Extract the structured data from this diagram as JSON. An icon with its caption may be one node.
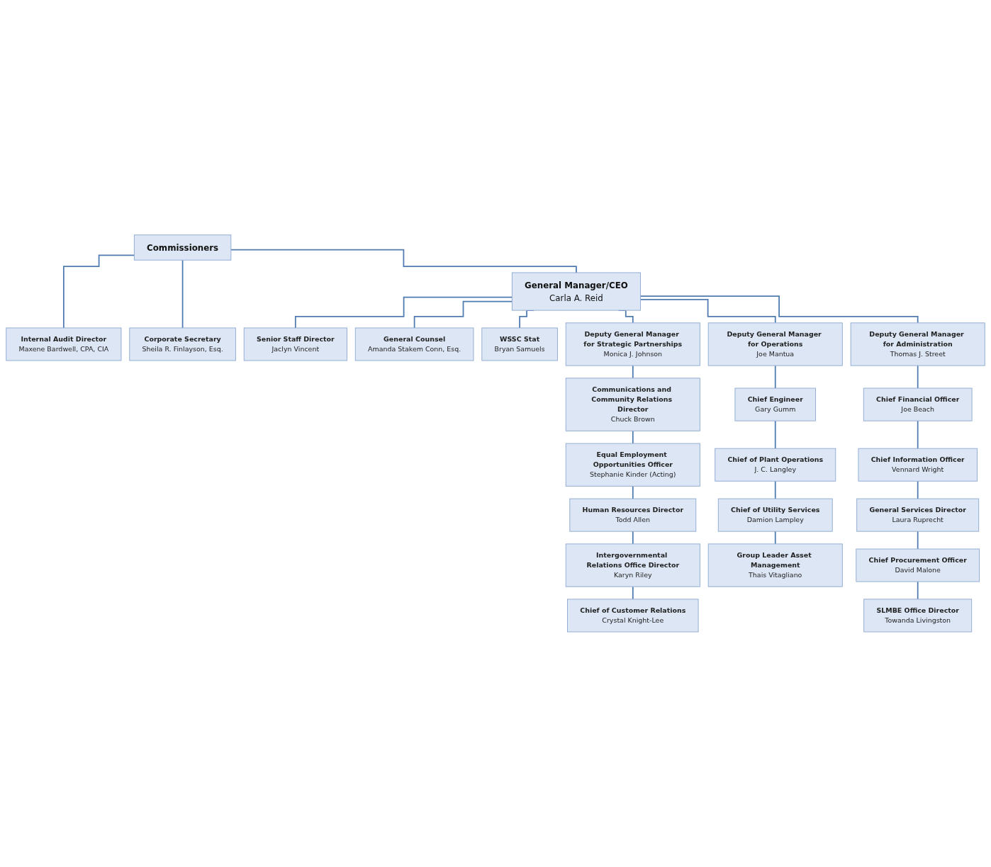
{
  "diagram": {
    "nodes": [
      {
        "text": [
          "Commissioners"
        ]
      },
      {
        "text": [
          "Internal Audit Director",
          "Maxene Bardwell, CPA, CIA"
        ]
      },
      {
        "text": [
          "General Manager/CEO",
          "Carla A. Reid"
        ]
      },
      {
        "text": [
          "Corporate Secretary",
          "Sheila R. Finlayson, Esq."
        ]
      },
      {
        "text": [
          "Senior Staff Director",
          "Jaclyn Vincent"
        ]
      },
      {
        "text": [
          "General Counsel",
          "Amanda Stakem Conn, Esq."
        ]
      },
      {
        "text": [
          "WSSC Stat",
          "Bryan Samuels"
        ]
      },
      {
        "text": [
          "Deputy General Manager for Strategic Partnerships",
          "Monica J. Johnson"
        ]
      },
      {
        "text": [
          "Deputy General Manager for Operations",
          "Joe Mantua"
        ]
      },
      {
        "text": [
          "Deputy General Manager for Administration",
          "Thomas J. Street"
        ]
      },
      {
        "text": [
          "Communications and Community Relations Director",
          "Chuck Brown"
        ]
      },
      {
        "text": [
          "Equal Employment Opportunities Officer",
          "Stephanie Kinder (Acting)"
        ]
      },
      {
        "text": [
          "Human Resources Director",
          "Todd Allen"
        ]
      },
      {
        "text": [
          "Intergovernmental Relations Office Director",
          "Karyn Riley"
        ]
      },
      {
        "text": [
          "Chief of Customer Relations",
          "Crystal Knight-Lee"
        ]
      },
      {
        "text": [
          "Chief Engineer",
          "Gary Gumm"
        ]
      },
      {
        "text": [
          "Chief of Plant Operations",
          "J. C. Langley"
        ]
      },
      {
        "text": [
          "Chief of Utility Services",
          "Damion Lampley"
        ]
      },
      {
        "text": [
          "Group Leader Asset Management",
          "Thais Vitagliano"
        ]
      },
      {
        "text": [
          "Chief Financial Officer",
          "Joe Beach"
        ]
      },
      {
        "text": [
          "Chief Information Officer",
          "Vennard Wright"
        ]
      },
      {
        "text": [
          "General Services Director",
          "Laura Ruprecht"
        ]
      },
      {
        "text": [
          "Chief Procurement Officer",
          "David Malone"
        ]
      },
      {
        "text": [
          "SLMBE Office Director",
          "Towanda Livingston"
        ]
      }
    ],
    "edges": [
      {
        "from": 0,
        "to": 1,
        "arrow": "none"
      },
      {
        "from": 0,
        "to": 2,
        "arrow": "none"
      },
      {
        "from": 0,
        "to": 3,
        "arrow": "none"
      },
      {
        "from": 2,
        "to": 4,
        "arrow": "none"
      },
      {
        "from": 2,
        "to": 5,
        "arrow": "none"
      },
      {
        "from": 2,
        "to": 6,
        "arrow": "none"
      },
      {
        "from": 2,
        "to": 7,
        "arrow": "none"
      },
      {
        "from": 2,
        "to": 8,
        "arrow": "none"
      },
      {
        "from": 2,
        "to": 9,
        "arrow": "none"
      },
      {
        "from": 7,
        "to": 10,
        "arrow": "none"
      },
      {
        "from": 10,
        "to": 11,
        "arrow": "none"
      },
      {
        "from": 11,
        "to": 12,
        "arrow": "none"
      },
      {
        "from": 12,
        "to": 13,
        "arrow": "none"
      },
      {
        "from": 13,
        "to": 14,
        "arrow": "none"
      },
      {
        "from": 8,
        "to": 15,
        "arrow": "none"
      },
      {
        "from": 15,
        "to": 16,
        "arrow": "none"
      },
      {
        "from": 16,
        "to": 17,
        "arrow": "none"
      },
      {
        "from": 17,
        "to": 18,
        "arrow": "none"
      },
      {
        "from": 9,
        "to": 19,
        "arrow": "none"
      },
      {
        "from": 19,
        "to": 20,
        "arrow": "none"
      },
      {
        "from": 20,
        "to": 21,
        "arrow": "none"
      },
      {
        "from": 21,
        "to": 22,
        "arrow": "none"
      },
      {
        "from": 22,
        "to": 23,
        "arrow": "none"
      }
    ]
  }
}
